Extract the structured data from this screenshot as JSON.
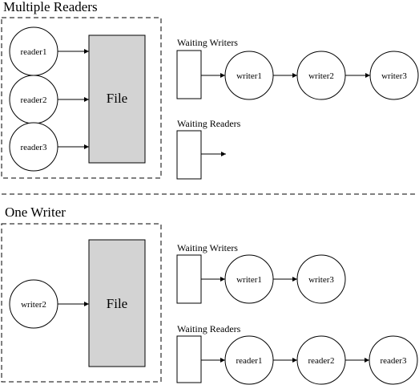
{
  "sections": {
    "multiple_readers": {
      "title": "Multiple Readers",
      "file_label": "File",
      "readers": [
        "reader1",
        "reader2",
        "reader3"
      ],
      "waiting_writers": {
        "title": "Waiting Writers",
        "items": [
          "writer1",
          "writer2",
          "writer3"
        ]
      },
      "waiting_readers": {
        "title": "Waiting Readers",
        "items": []
      }
    },
    "one_writer": {
      "title": "One Writer",
      "file_label": "File",
      "writer": "writer2",
      "waiting_writers": {
        "title": "Waiting Writers",
        "items": [
          "writer1",
          "writer3"
        ]
      },
      "waiting_readers": {
        "title": "Waiting Readers",
        "items": [
          "reader1",
          "reader2",
          "reader3"
        ]
      }
    }
  }
}
